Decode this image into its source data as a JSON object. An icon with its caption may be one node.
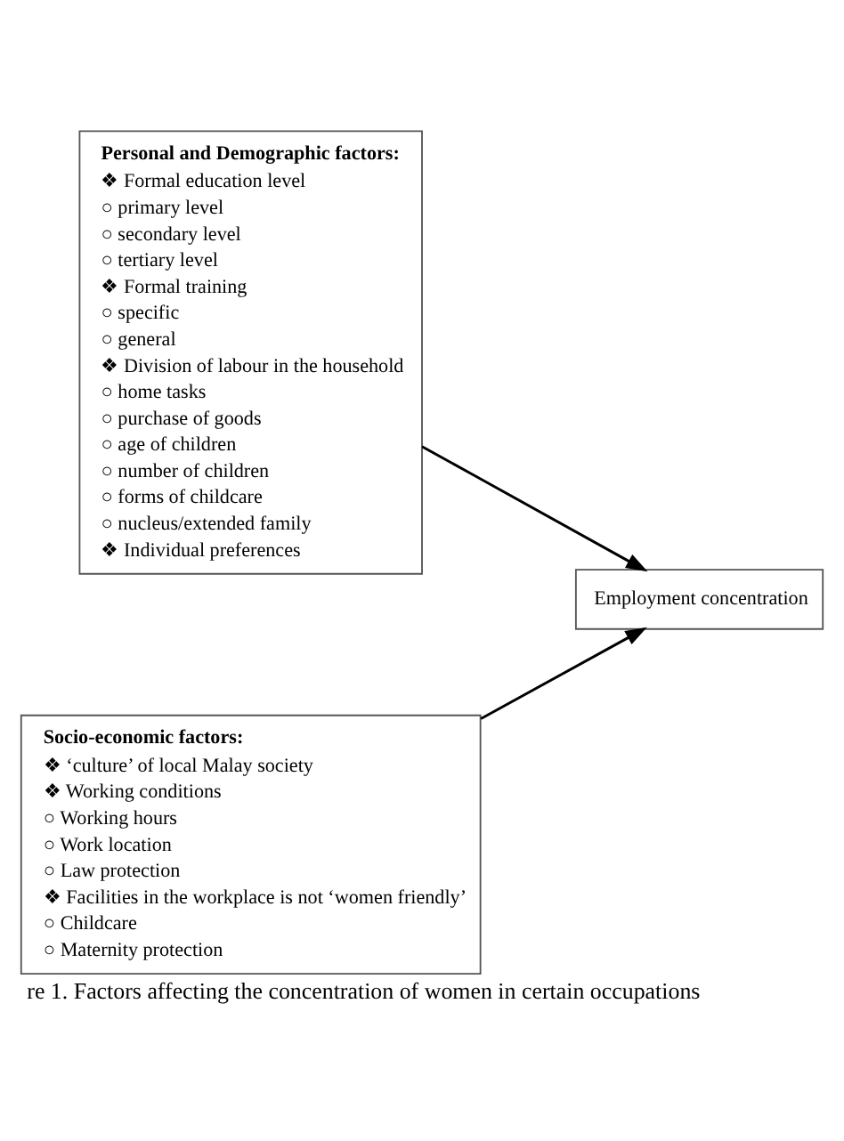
{
  "diagram": {
    "caption": "re 1. Factors affecting the concentration of women in certain occupations",
    "nodes": [
      {
        "text": [
          "Personal and Demographic factors:",
          "❖ Formal education level",
          "○ primary level",
          "○ secondary level",
          "○ tertiary level",
          "❖ Formal training",
          "○ specific",
          "○ general",
          "❖ Division of labour in the household",
          "○ home tasks",
          "○ purchase of goods",
          "○ age of children",
          "○ number of children",
          "○ forms of childcare",
          "○ nucleus/extended family",
          "❖ Individual preferences"
        ]
      },
      {
        "text": [
          "Employment concentration"
        ]
      },
      {
        "text": [
          "Socio-economic factors:",
          "❖ ‘culture’ of local Malay society",
          "❖ Working conditions",
          "○ Working hours",
          "○ Work location",
          "○ Law protection",
          "❖ Facilities in the workplace is not ‘women friendly’",
          "○ Childcare",
          "○ Maternity protection"
        ]
      }
    ],
    "edges": [
      {
        "from": 0,
        "to": 1,
        "arrow": "to"
      },
      {
        "from": 2,
        "to": 1,
        "arrow": "to"
      }
    ]
  }
}
